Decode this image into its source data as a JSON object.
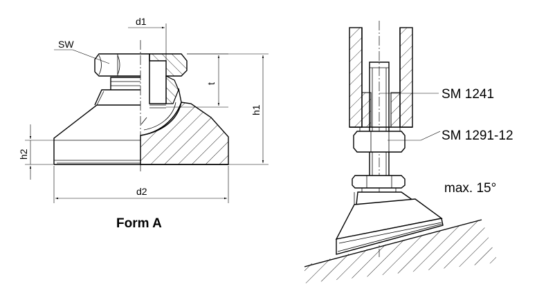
{
  "form_a": {
    "title": "Form A",
    "labels": {
      "sw": "SW",
      "d1": "d1",
      "d2": "d2",
      "h1": "h1",
      "h2": "h2",
      "t": "t"
    }
  },
  "assembly": {
    "part_1": "SM 1241",
    "part_2": "SM 1291-12",
    "tilt_note": "max. 15°"
  }
}
